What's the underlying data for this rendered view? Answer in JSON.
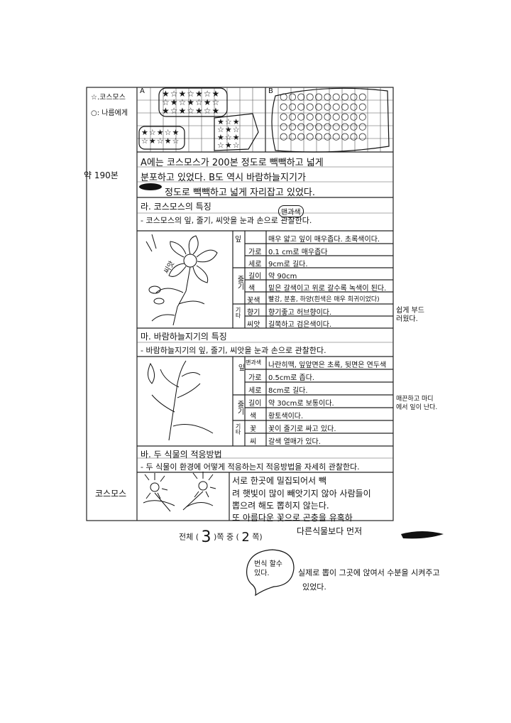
{
  "legend": {
    "star": "☆.코스모스",
    "circle": "○: 나름에게"
  },
  "grid": {
    "label_a": "A",
    "label_b": "B"
  },
  "margin_note": "약 190본",
  "paragraph": {
    "line1": "A에는 코스모스가 200본 정도로 빽빽하고 넓게",
    "line2": "분포하고 있었다. B도 역시 바람하늘지기가",
    "line3": "정도로 빽빽하고 넓게 자리잡고 있었다."
  },
  "section_ra": {
    "title": "라. 코스모스의 특징",
    "subtitle": "- 코스모스의 잎, 줄기, 씨앗을 눈과 손으로 관찰한다.",
    "tag": "맨과색",
    "rows": [
      {
        "group": "잎",
        "key": "",
        "value": "매우 얇고 잎이 매우좁다. 초록색이다."
      },
      {
        "group": "",
        "key": "가로",
        "value": "0.1 cm로 매우좁다"
      },
      {
        "group": "",
        "key": "세로",
        "value": "9cm로 길다."
      },
      {
        "group": "줄기",
        "key": "길이",
        "value": "약 90cm"
      },
      {
        "group": "",
        "key": "색",
        "value": "밑은 갈색이고 위로 갈수록 녹색이 된다."
      },
      {
        "group": "",
        "key": "꽃색",
        "value": "빨강, 분홍, 하양(흰색은 매우 희귀이었다)"
      },
      {
        "group": "기타",
        "key": "향기",
        "value": "향기좋고 허브향이다."
      },
      {
        "group": "",
        "key": "씨앗",
        "value": "길쭉하고 검은색이다."
      }
    ],
    "side_note": "쉽게 부드러웠다.",
    "drawing_label": "씨앗"
  },
  "section_ma": {
    "title": "마. 바람하늘지기의 특징",
    "subtitle": "- 바람하늘지기의 잎, 줄기, 씨앗을 눈과 손으로 관찰한다.",
    "rows": [
      {
        "group": "잎",
        "key": "맨과색",
        "value": "나란히맥, 잎앞면은 초록, 뒷면은 연두색"
      },
      {
        "group": "",
        "key": "가로",
        "value": "0.5cm로 좁다."
      },
      {
        "group": "",
        "key": "세로",
        "value": "8cm로 길다."
      },
      {
        "group": "줄기",
        "key": "길이",
        "value": "약 30cm로 보통이다."
      },
      {
        "group": "",
        "key": "색",
        "value": "황토색이다."
      },
      {
        "group": "기타",
        "key": "꽃",
        "value": "꽃이 줄기로 싸고 있다."
      },
      {
        "group": "",
        "key": "씨",
        "value": "갈색 열매가 있다."
      }
    ],
    "side_note": "매끈하고 마디에서 잎이 난다."
  },
  "section_ba": {
    "title": "바. 두 식물의 적응방법",
    "subtitle": "- 두 식물이 환경에 어떻게 적응하는지 적응방법을 자세히 관찰한다.",
    "plant_label": "코스모스",
    "lines": [
      "서로 한곳에 밀집되어서 빽",
      "려 햇빛이 많이 빼앗기지 않아 사람들이",
      "뽑으려 해도 뽑히지 않는다.",
      "또 아름다운 꽃으로 곤충을 유혹하",
      "다른식물보다 먼저"
    ]
  },
  "footer": {
    "total_prefix": "전체 (",
    "total_value": "3",
    "mid": ")쪽 중 (",
    "page_value": "2",
    "suffix": "쪽)"
  },
  "bottom_notes": {
    "bubble": "번식 할수 있다.",
    "line1": "실제로 뽑이 그곳에 앉여서 수분을 시켜주고",
    "line2": "있었다."
  }
}
